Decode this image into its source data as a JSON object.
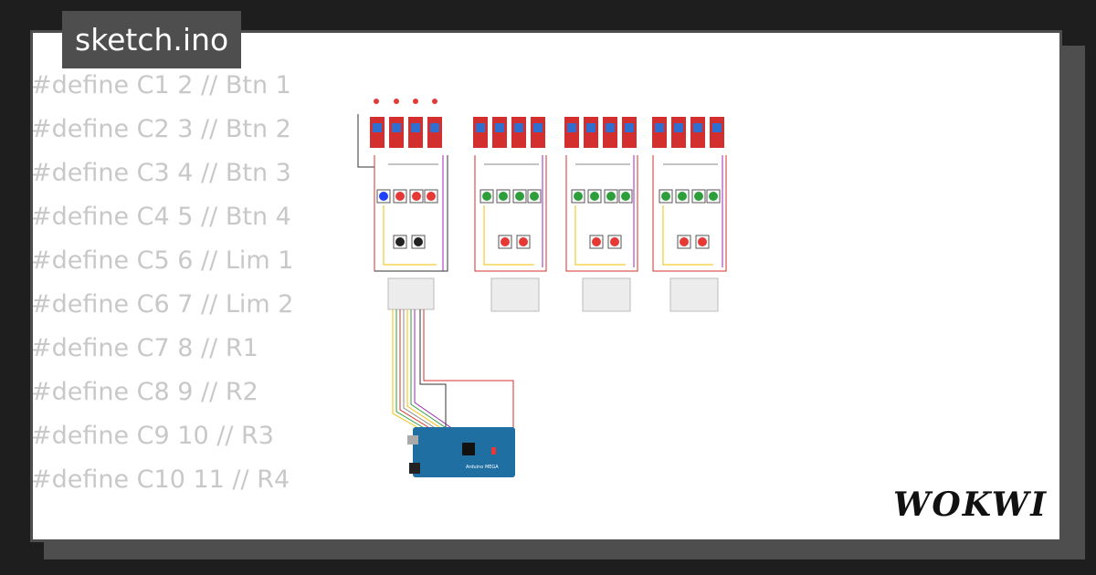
{
  "tab": {
    "label": "sketch.ino"
  },
  "code": {
    "lines": [
      "#define C1 2 // Btn 1",
      "#define C2 3 // Btn 2",
      "#define C3 4 // Btn 3",
      "#define C4 5 // Btn 4",
      "#define C5 6 // Lim 1",
      "#define C6 7 // Lim 2",
      "#define C7 8 // R1",
      "#define C8 9 // R2",
      "#define C9 10 // R3",
      "#define C10 11 // R4"
    ]
  },
  "board": {
    "label": "Arduino MEGA",
    "color": "#1f6fa3"
  },
  "brand": {
    "logo_text": "WOKWI"
  },
  "colors": {
    "background": "#1e1e1e",
    "card": "#ffffff",
    "tab_bg": "#4e4e4e",
    "code_text": "#c8c8c8",
    "relay": "#d32f2f",
    "button_red": "#e53935",
    "button_blue": "#1e40ff",
    "button_green": "#2e9e3a",
    "button_black": "#222222"
  }
}
